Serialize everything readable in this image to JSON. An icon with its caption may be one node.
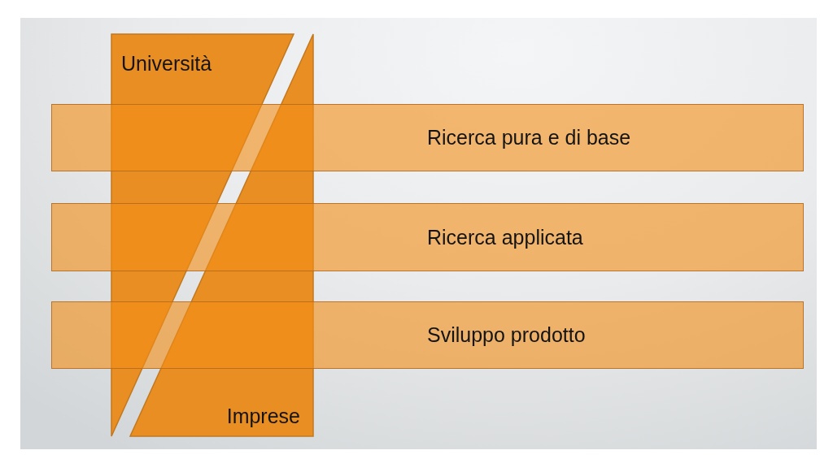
{
  "diagram": {
    "nodes": [
      {
        "text": [
          "Università"
        ]
      },
      {
        "text": [
          "Imprese"
        ]
      },
      {
        "text": [
          "Ricerca pura e di base"
        ]
      },
      {
        "text": [
          "Ricerca applicata"
        ]
      },
      {
        "text": [
          "Sviluppo prodotto"
        ]
      }
    ]
  }
}
